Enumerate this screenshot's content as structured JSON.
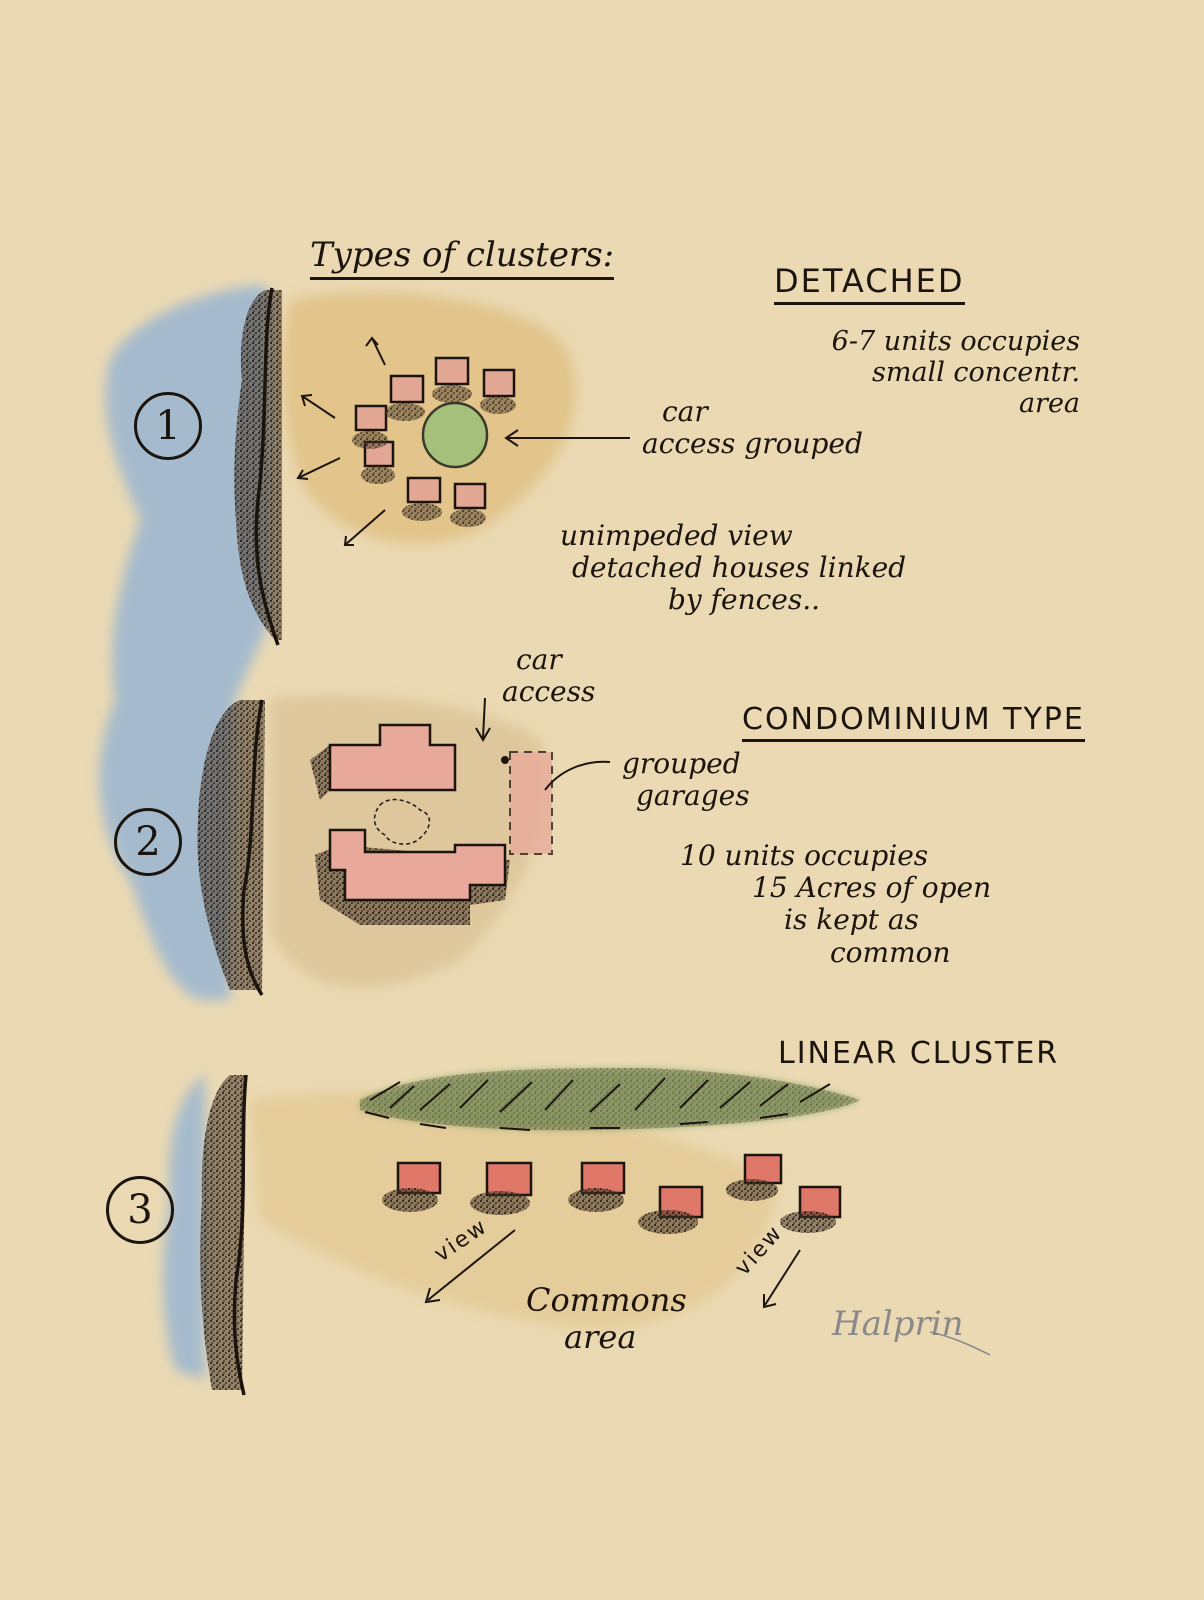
{
  "title": "Types of clusters:",
  "sections": [
    {
      "number": "1",
      "heading": "DETACHED",
      "notes": [
        [
          "6-7 units occupies",
          "small concentr.",
          "area"
        ],
        [
          "car",
          "access grouped"
        ],
        [
          "unimpeded view",
          "detached houses linked",
          "by fences.."
        ]
      ]
    },
    {
      "number": "2",
      "heading": "CONDOMINIUM TYPE",
      "notes": [
        [
          "car",
          "access"
        ],
        [
          "grouped",
          "garages"
        ],
        [
          "10 units occupies",
          "15 Acres of open",
          "is kept as",
          "common"
        ]
      ]
    },
    {
      "number": "3",
      "heading": "LINEAR CLUSTER",
      "notes": [
        [
          "view"
        ],
        [
          "view"
        ],
        [
          "Commons",
          "area"
        ]
      ]
    }
  ],
  "signature": "Halprin",
  "colors": {
    "paper": "#ead9b3",
    "ink": "#1c140e",
    "water": "#8fb1d6",
    "ochre": "#dcb46a",
    "roof": "#e3958a",
    "green": "#8fae6a",
    "pencil": "#8a8a8a"
  }
}
